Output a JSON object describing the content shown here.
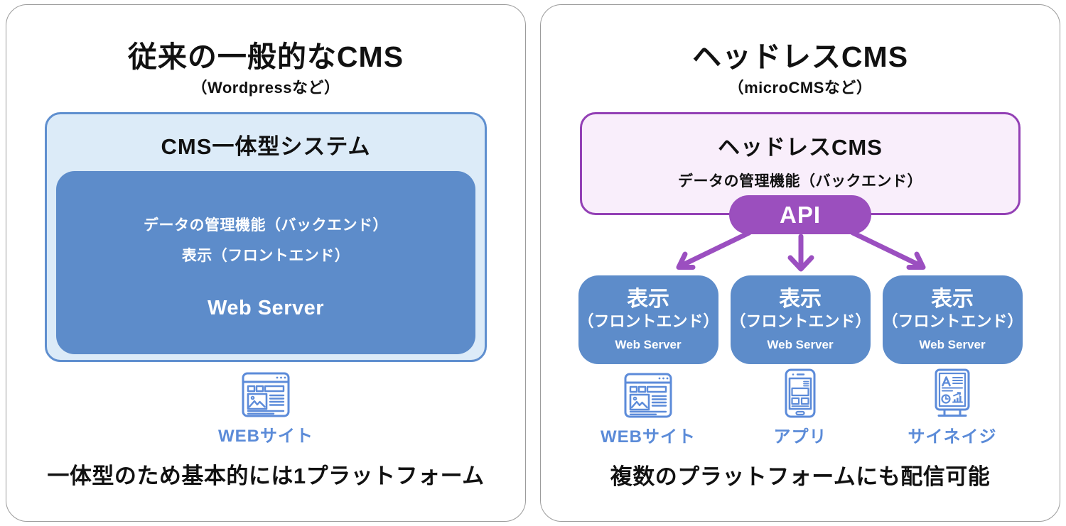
{
  "left_panel": {
    "title": "従来の一般的なCMS",
    "subtitle": "（Wordpressなど）",
    "system_box": {
      "title": "CMS一体型システム",
      "server_box": {
        "backend": "データの管理機能（バックエンド）",
        "frontend": "表示（フロントエンド）",
        "server": "Web Server"
      }
    },
    "platform": {
      "icon": "browser-icon",
      "label": "WEBサイト"
    },
    "statement": "一体型のため基本的には1プラットフォーム"
  },
  "right_panel": {
    "title": "ヘッドレスCMS",
    "subtitle": "（microCMSなど）",
    "cms_box": {
      "title": "ヘッドレスCMS",
      "subtitle": "データの管理機能（バックエンド）",
      "api_badge": "API"
    },
    "frontend_boxes": [
      {
        "title": "表示",
        "subtitle": "（フロントエンド）",
        "server": "Web Server"
      },
      {
        "title": "表示",
        "subtitle": "（フロントエンド）",
        "server": "Web Server"
      },
      {
        "title": "表示",
        "subtitle": "（フロントエンド）",
        "server": "Web Server"
      }
    ],
    "platforms": [
      {
        "icon": "browser-icon",
        "label": "WEBサイト"
      },
      {
        "icon": "smartphone-icon",
        "label": "アプリ"
      },
      {
        "icon": "signage-icon",
        "label": "サイネイジ"
      }
    ],
    "statement": "複数のプラットフォームにも配信可能"
  },
  "colors": {
    "card_border": "#9b9b9b",
    "blue_fill": "#5d8cca",
    "light_blue_fill": "#dcebf8",
    "blue_border": "#5f8fcf",
    "icon_blue": "#5c8bd9",
    "label_blue": "#5b8bd8",
    "purple_border": "#9340b5",
    "purple_fill": "#9b4fbe",
    "arrow_purple": "#9b4fc0",
    "light_pink_fill": "#f9eefb",
    "text": "#111111",
    "white": "#ffffff"
  }
}
